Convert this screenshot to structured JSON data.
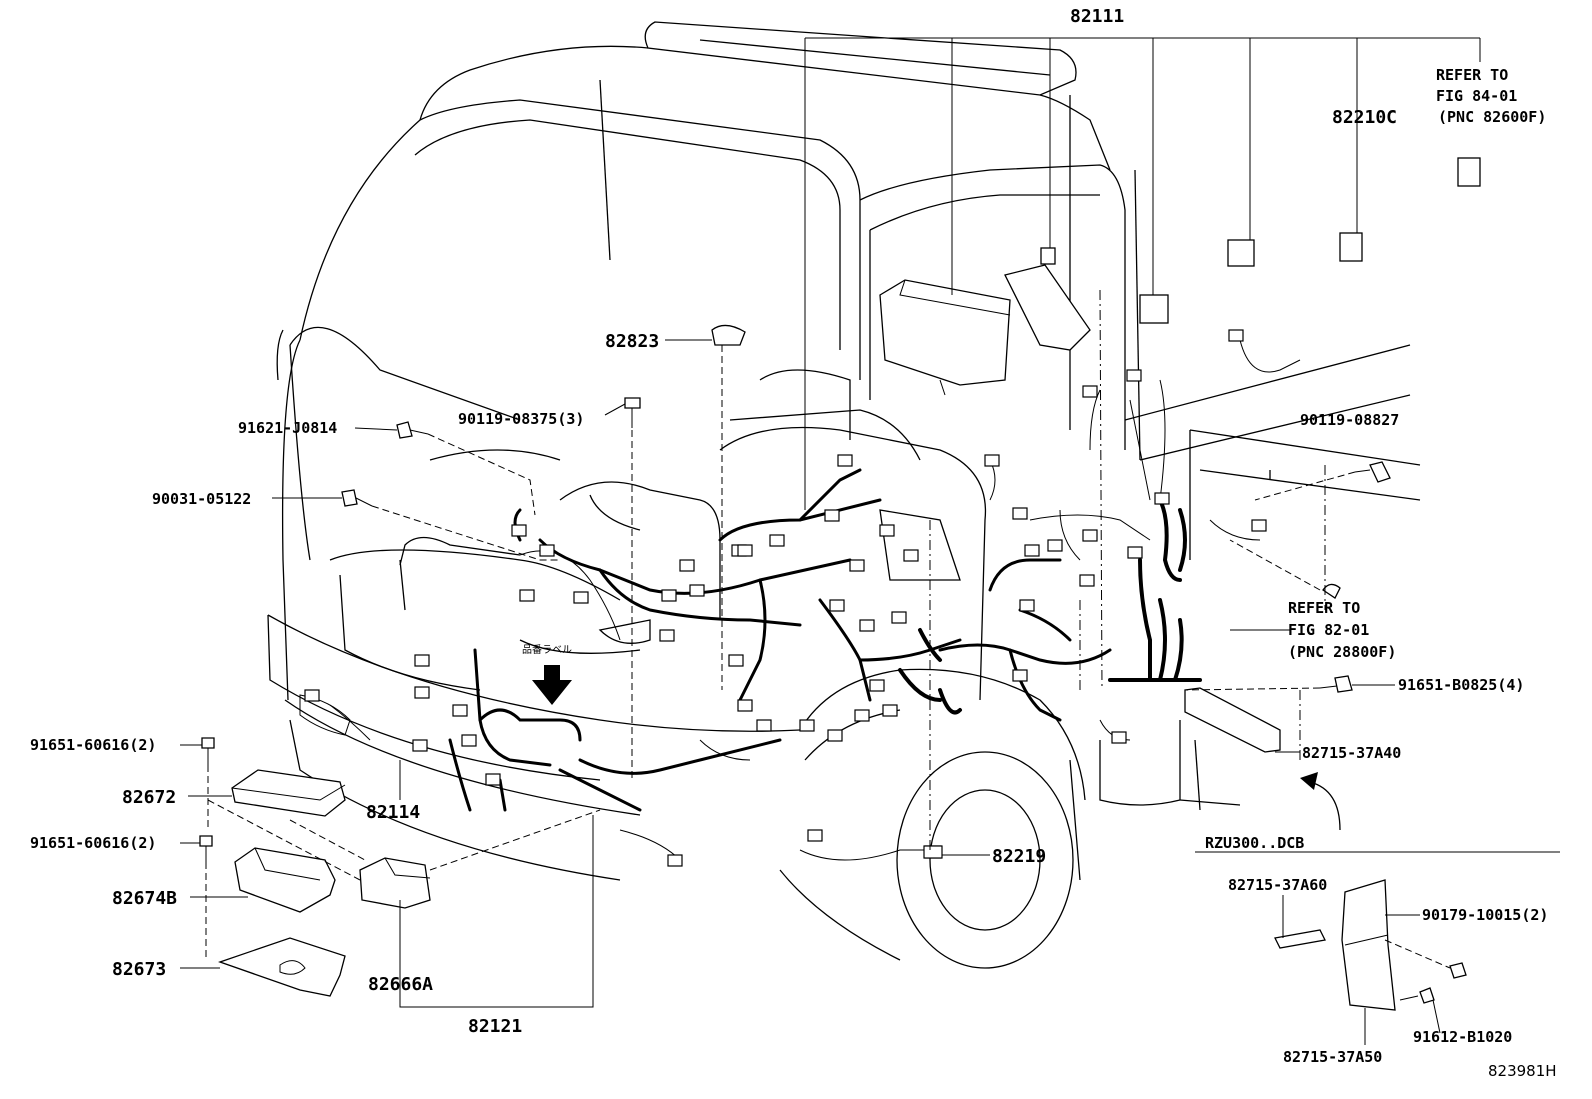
{
  "labels": {
    "p82111": "82111",
    "p82210c": "82210C",
    "refer_84": [
      "REFER TO",
      "FIG 84-01",
      "(PNC 82600F)"
    ],
    "p82823": "82823",
    "p90119_08375": "90119-08375(3)",
    "p91621_j0814": "91621-J0814",
    "p90031_05122": "90031-05122",
    "p90119_08827": "90119-08827",
    "refer_82": [
      "REFER TO",
      "FIG 82-01",
      "(PNC 28800F)"
    ],
    "p91651_b0825": "91651-B0825(4)",
    "p82715_37a40": "82715-37A40",
    "p91651_60616_a": "91651-60616(2)",
    "p82672": "82672",
    "p82114": "82114",
    "p91651_60616_b": "91651-60616(2)",
    "p82674b": "82674B",
    "p82673": "82673",
    "p82666a": "82666A",
    "p82121": "82121",
    "p82219": "82219",
    "rzu_note": "RZU300..DCB",
    "p82715_37a60": "82715-37A60",
    "p90179_10015": "90179-10015(2)",
    "p91612_b1020": "91612-B1020",
    "p82715_37a50": "82715-37A50",
    "fig_id": "823981H",
    "jp_label": "品番ラベル"
  },
  "icons": {
    "arrow": "down-arrow-icon",
    "curved_arrow": "curved-arrow-icon"
  }
}
